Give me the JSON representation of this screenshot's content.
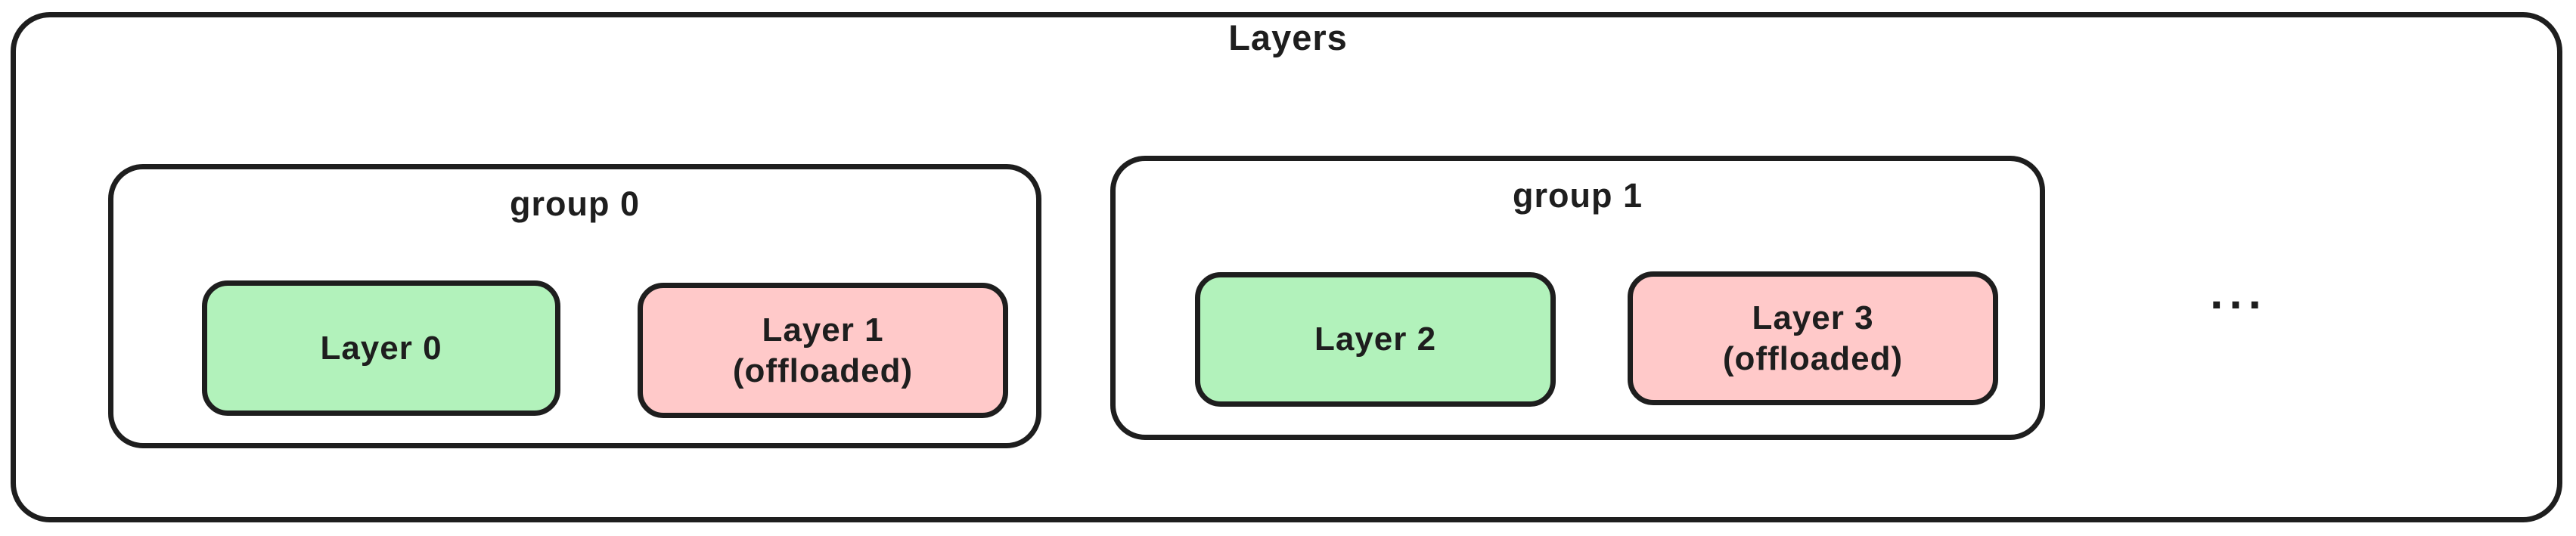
{
  "diagram": {
    "title": "Layers",
    "ellipsis": "...",
    "groups": [
      {
        "label": "group 0",
        "layers": [
          {
            "label": "Layer 0",
            "sublabel": "",
            "status": "loaded",
            "fill": "#b2f2bb"
          },
          {
            "label": "Layer 1",
            "sublabel": "(offloaded)",
            "status": "offloaded",
            "fill": "#ffc9c9"
          }
        ]
      },
      {
        "label": "group 1",
        "layers": [
          {
            "label": "Layer 2",
            "sublabel": "",
            "status": "loaded",
            "fill": "#b2f2bb"
          },
          {
            "label": "Layer 3",
            "sublabel": "(offloaded)",
            "status": "offloaded",
            "fill": "#ffc9c9"
          }
        ]
      }
    ],
    "colors": {
      "stroke": "#1e1e1e",
      "background": "#ffffff",
      "loaded_fill": "#b2f2bb",
      "offloaded_fill": "#ffc9c9"
    }
  }
}
